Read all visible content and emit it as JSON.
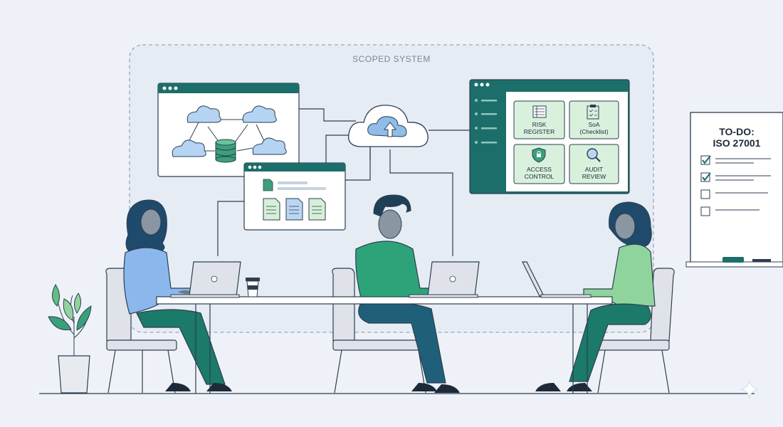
{
  "scope": {
    "label": "SCOPED SYSTEM"
  },
  "dashboard": {
    "cards": [
      {
        "line1": "RISK",
        "line2": "REGISTER",
        "icon": "register-icon"
      },
      {
        "line1": "SoA",
        "line2": "(Checklist)",
        "icon": "clipboard-icon"
      },
      {
        "line1": "ACCESS",
        "line2": "CONTROL",
        "icon": "shield-lock-icon"
      },
      {
        "line1": "AUDIT",
        "line2": "REVIEW",
        "icon": "magnifier-icon"
      }
    ]
  },
  "whiteboard": {
    "title_line1": "TO-DO:",
    "title_line2": "ISO 27001",
    "checklist": [
      {
        "checked": true
      },
      {
        "checked": true
      },
      {
        "checked": false
      },
      {
        "checked": false
      }
    ]
  },
  "colors": {
    "background": "#eef2f8",
    "teal_dark": "#1c6e6a",
    "green_light": "#d9f0dd",
    "blue_person": "#8bb7ec",
    "green_person": "#2ea37a",
    "light_green_person": "#8fd49c",
    "cloud_blue": "#b5d3f2"
  }
}
